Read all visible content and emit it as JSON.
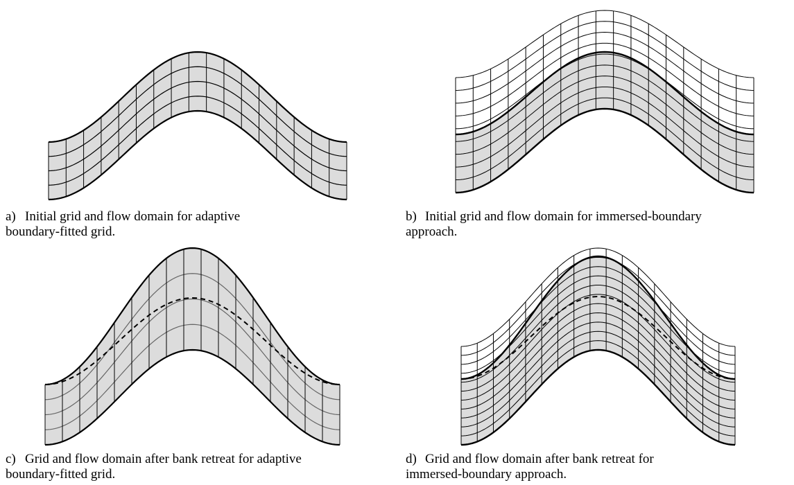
{
  "figure": {
    "panels": [
      {
        "id": "a",
        "label": "a)",
        "caption_line1": "Initial grid and flow domain for adaptive",
        "caption_line2": "boundary-fitted grid."
      },
      {
        "id": "b",
        "label": "b)",
        "caption_line1": "Initial grid and flow domain for immersed-boundary",
        "caption_line2": "approach."
      },
      {
        "id": "c",
        "label": "c)",
        "caption_line1": "Grid and flow domain after bank retreat for adaptive",
        "caption_line2": "boundary-fitted grid."
      },
      {
        "id": "d",
        "label": "d)",
        "caption_line1": "Grid and flow domain after bank retreat for",
        "caption_line2": "immersed-boundary approach."
      }
    ],
    "colors": {
      "flow_fill": "#dcdcdc",
      "grid_line": "#000000",
      "interior_line_c": "#666666",
      "boundary": "#000000"
    }
  }
}
